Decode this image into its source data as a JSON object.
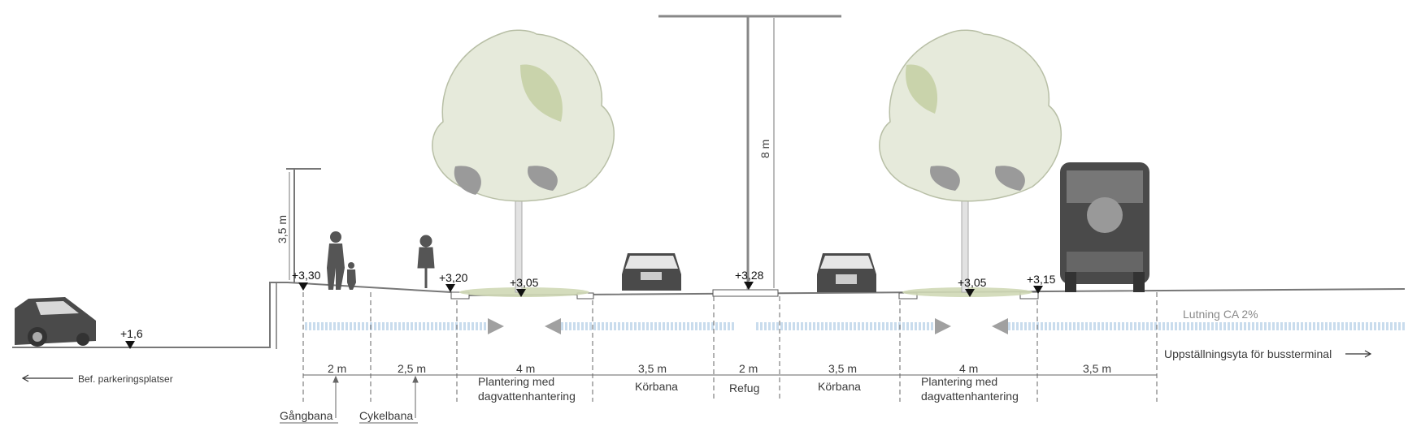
{
  "levels": {
    "parking": "+1,6",
    "walk_edge": "+3,30",
    "bike_edge": "+3,20",
    "plant_left": "+3,05",
    "refuge": "+3,28",
    "plant_right": "+3,05",
    "bus_edge": "+3,15"
  },
  "heights": {
    "small_lamp": "3,5 m",
    "big_lamp": "8 m"
  },
  "zones": [
    {
      "width": "2 m",
      "name": ""
    },
    {
      "width": "2,5 m",
      "name": ""
    },
    {
      "width": "4 m",
      "name": "Plantering med",
      "name2": "dagvattenhantering"
    },
    {
      "width": "3,5 m",
      "name": "Körbana"
    },
    {
      "width": "2 m",
      "name": "Refug"
    },
    {
      "width": "3,5 m",
      "name": "Körbana"
    },
    {
      "width": "4 m",
      "name": "Plantering med",
      "name2": "dagvattenhantering"
    },
    {
      "width": "3,5 m",
      "name": ""
    }
  ],
  "callouts": {
    "walk": "Gångbana",
    "bike": "Cykelbana"
  },
  "notes": {
    "slope": "Lutning CA 2%",
    "bus_area": "Uppställningsyta för bussterminal",
    "parking_arrow": "Bef. parkeringsplatser"
  },
  "colors": {
    "ground": "#777777",
    "tree_canopy": "#e6eadb",
    "tree_accent": "#c9d3ab",
    "flow": "#c9dced",
    "vehicle": "#4a4a4a"
  }
}
